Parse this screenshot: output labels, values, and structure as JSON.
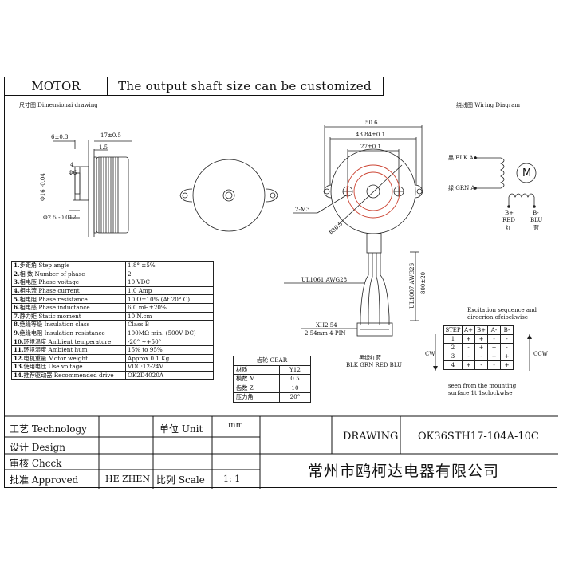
{
  "header": {
    "motor_label": "MOTOR",
    "notice": "The output shaft size can be customized"
  },
  "sections": {
    "dimension": "尺寸图 Dimensionai drawing",
    "wiring": "绕线图 Wiring Diagram"
  },
  "dims": {
    "d1": "6±0.3",
    "d2": "17±0.5",
    "d3": "1.5",
    "d4": "4",
    "d5": "Φ6",
    "d6": "Φ16 -0.04",
    "d7": "Φ2.5 -0.012",
    "w1": "50.6",
    "w2": "43.84±0.1",
    "w3": "27±0.1",
    "hole": "2-M3",
    "diam": "Φ36.5",
    "cable": "UL1061 AWG28",
    "cable2": "UL1007 AWG26",
    "length": "800±20",
    "conn1": "XH2.54",
    "conn2": "2.54mm 4-PIN",
    "colors_cn": "黑绿红蓝",
    "colors_en": "BLK GRN RED BLU"
  },
  "wiring": {
    "a_plus": "黑 BLK A+",
    "a_minus": "绿 GRN A-",
    "motor": "M",
    "b_plus": "B+",
    "b_minus": "B-",
    "red": "RED",
    "blu": "BLU",
    "red_cn": "红",
    "blu_cn": "蓝"
  },
  "excitation": {
    "title1": "Excitation sequence and",
    "title2": "direcrion ofciockwise",
    "headers": [
      "STEP",
      "A+",
      "B+",
      "A-",
      "B-"
    ],
    "rows": [
      [
        "1",
        "+",
        "+",
        "-",
        "-"
      ],
      [
        "2",
        "-",
        "+",
        "+",
        "-"
      ],
      [
        "3",
        "-",
        "-",
        "+",
        "+"
      ],
      [
        "4",
        "+",
        "-",
        "-",
        "+"
      ]
    ],
    "cw": "CW",
    "ccw": "CCW",
    "note1": "seen from the mounting",
    "note2": "surface 1t 1sclockwlse"
  },
  "specs": [
    {
      "n": "1.",
      "k": "步距角 Step angle",
      "v": "1.8° ±5%"
    },
    {
      "n": "2.",
      "k": "相  数 Number of phase",
      "v": "2"
    },
    {
      "n": "3.",
      "k": "相电压 Phase voitage",
      "v": "10 VDC"
    },
    {
      "n": "4.",
      "k": "相电流 Phase current",
      "v": "1.0 Amp"
    },
    {
      "n": "5.",
      "k": "相电阻 Phase resistance",
      "v": "10 Ω±10% (At 20° C)"
    },
    {
      "n": "6.",
      "k": "相电感 Phase inductance",
      "v": "6.0 mH±20%"
    },
    {
      "n": "7.",
      "k": "静力矩 Static moment",
      "v": "10 N.cm"
    },
    {
      "n": "8.",
      "k": "绝缘等级 Insulation class",
      "v": "Class B"
    },
    {
      "n": "9.",
      "k": "绝缘电阻 Insulation resistance",
      "v": "100MΩ min. (500V DC)"
    },
    {
      "n": "10.",
      "k": "环境温度 Ambient temperature",
      "v": "-20° ~+50°"
    },
    {
      "n": "11.",
      "k": "环境湿度 Ambient hum",
      "v": "15% to 95%"
    },
    {
      "n": "12.",
      "k": "电机重量 Motor weight",
      "v": "Approx 0.1 Kg"
    },
    {
      "n": "13.",
      "k": "使用电压 Use voltage",
      "v": "VDC:12-24V"
    },
    {
      "n": "14.",
      "k": "推荐驱动器 Recommended drive",
      "v": "OK2D4020A"
    }
  ],
  "gear": {
    "title": "齿轮 GEAR",
    "rows": [
      {
        "k": "材质",
        "v": "Y12"
      },
      {
        "k": "模数 M",
        "v": "0.5"
      },
      {
        "k": "齿数 Z",
        "v": "10"
      },
      {
        "k": "压力角",
        "v": "20°"
      }
    ]
  },
  "titleblock": {
    "technology": "工艺 Technology",
    "unit_label": "单位 Unit",
    "unit": "mm",
    "design": "设计 Design",
    "check": "审核 Chcck",
    "approved": "批准 Approved",
    "approver": "HE ZHEN",
    "scale_label": "比列 Scale",
    "scale": "1: 1",
    "drawing_label": "DRAWING",
    "drawing_no": "OK36STH17-104A-10C",
    "company": "常州市鸥柯达电器有限公司"
  }
}
